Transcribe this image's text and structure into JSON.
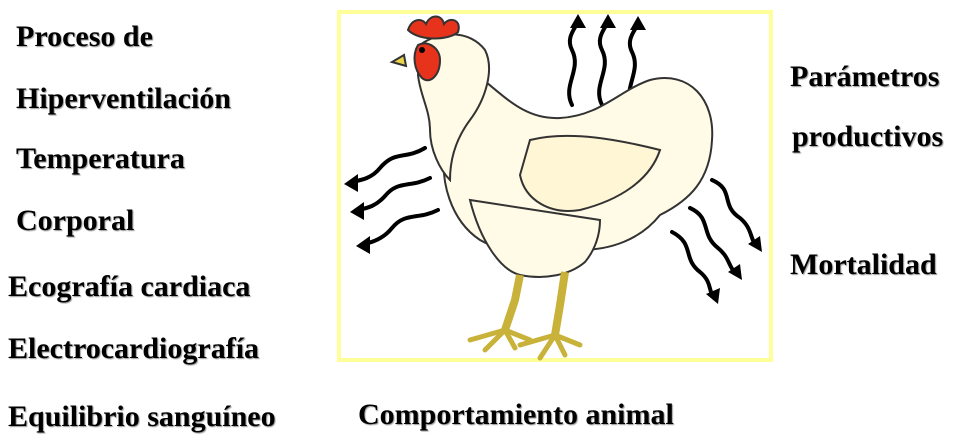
{
  "left_labels": {
    "l1": "Proceso de",
    "l2": "Hiperventilación",
    "l3": "Temperatura",
    "l4": "Corporal",
    "l5": "Ecografía  cardiaca",
    "l6": "Electrocardiografía",
    "l7": "Equilibrio sanguíneo"
  },
  "right_labels": {
    "r1": "Parámetros",
    "r2": "productivos",
    "r3": "Mortalidad"
  },
  "bottom_label": "Comportamiento  animal",
  "colors": {
    "frame": "#ffff99",
    "comb": "#e8331c",
    "body": "#fffbe6",
    "legs": "#e8d44d",
    "text": "#000000"
  }
}
